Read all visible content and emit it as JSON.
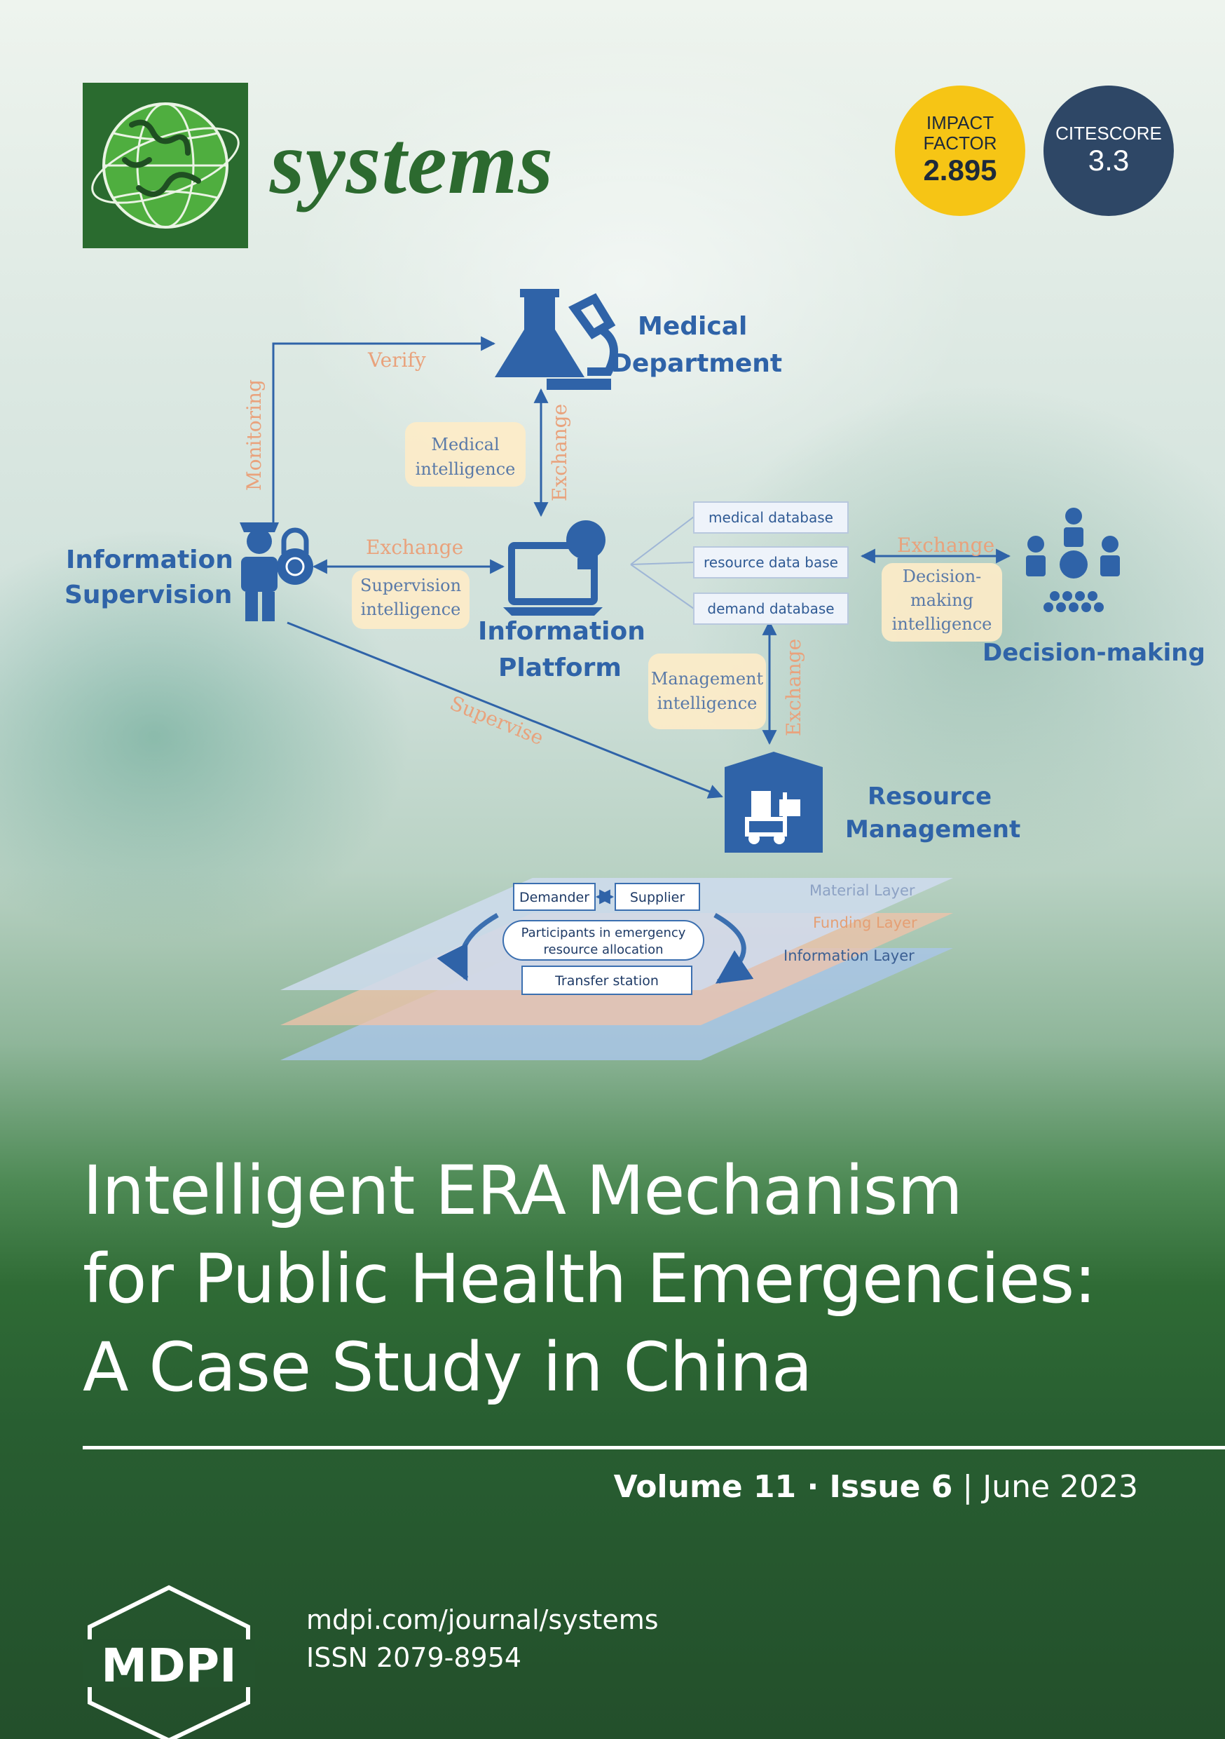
{
  "journal": {
    "name": "systems",
    "colors": {
      "green": "#2c6a2f",
      "yellow": "#f6c515",
      "navy": "#2e4766"
    }
  },
  "badges": {
    "impact_factor": {
      "line1": "IMPACT",
      "line2": "FACTOR",
      "value": "2.895"
    },
    "citescore": {
      "label": "CITESCORE",
      "value": "3.3"
    }
  },
  "diagram": {
    "nodes": {
      "medical_l1": "Medical",
      "medical_l2": "Department",
      "supervision_l1": "Information",
      "supervision_l2": "Supervision",
      "platform_l1": "Information",
      "platform_l2": "Platform",
      "decision": "Decision-making",
      "resource_l1": "Resource",
      "resource_l2": "Management"
    },
    "edges": {
      "verify": "Verify",
      "monitoring": "Monitoring",
      "exchange_medical": "Exchange",
      "exchange_supervision": "Exchange",
      "exchange_decision": "Exchange",
      "exchange_resource": "Exchange",
      "supervise": "Supervise"
    },
    "boxes": {
      "medical_intel_l1": "Medical",
      "medical_intel_l2": "intelligence",
      "supervision_intel_l1": "Supervision",
      "supervision_intel_l2": "intelligence",
      "decision_intel_l1": "Decision-",
      "decision_intel_l2": "making",
      "decision_intel_l3": "intelligence",
      "management_intel_l1": "Management",
      "management_intel_l2": "intelligence"
    },
    "databases": [
      "medical database",
      "resource data base",
      "demand database"
    ],
    "layers": {
      "material": "Material Layer",
      "funding": "Funding Layer",
      "information": "Information Layer",
      "demander": "Demander",
      "supplier": "Supplier",
      "participants_l1": "Participants in emergency",
      "participants_l2": "resource allocation",
      "transfer": "Transfer station"
    }
  },
  "title": {
    "line1": "Intelligent ERA Mechanism",
    "line2": "for Public Health Emergencies:",
    "line3": "A Case Study in China"
  },
  "issue": {
    "volume": "Volume 11",
    "sep1": " · ",
    "issue_no": "Issue 6",
    "sep2": " | ",
    "date": "June 2023"
  },
  "publisher": {
    "logo": "MDPI",
    "url": "mdpi.com/journal/systems",
    "issn": "ISSN 2079-8954"
  }
}
